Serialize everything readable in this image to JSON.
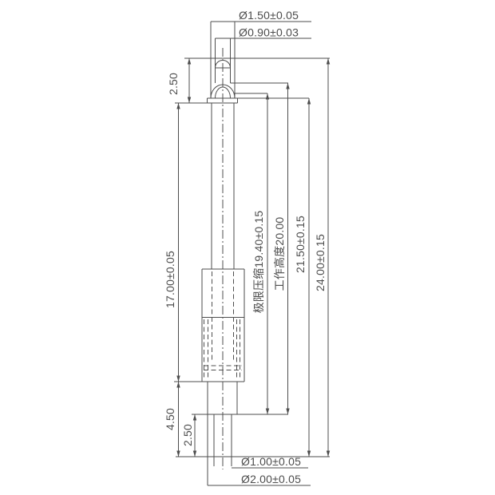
{
  "drawing": {
    "kind": "engineering-dimension-drawing",
    "subject": "spring-loaded pogo pin, side view",
    "background_color": "#ffffff",
    "line_color": "#4d4d4d",
    "labels": {
      "tip_diameter": "Ø1.50±0.05",
      "plunger_tip_diameter": "Ø0.90±0.03",
      "tip_length": "2.50",
      "barrel_length": "17.00±0.05",
      "lower_section_length": "4.50",
      "tail_length": "2.50",
      "max_compression": "极限压缩19.40±0.15",
      "working_height": "工作高度20.00",
      "length_21_50": "21.50±0.15",
      "total_length": "24.00±0.15",
      "tail_diameter": "Ø1.00±0.05",
      "shoulder_diameter": "Ø2.00±0.05"
    }
  }
}
